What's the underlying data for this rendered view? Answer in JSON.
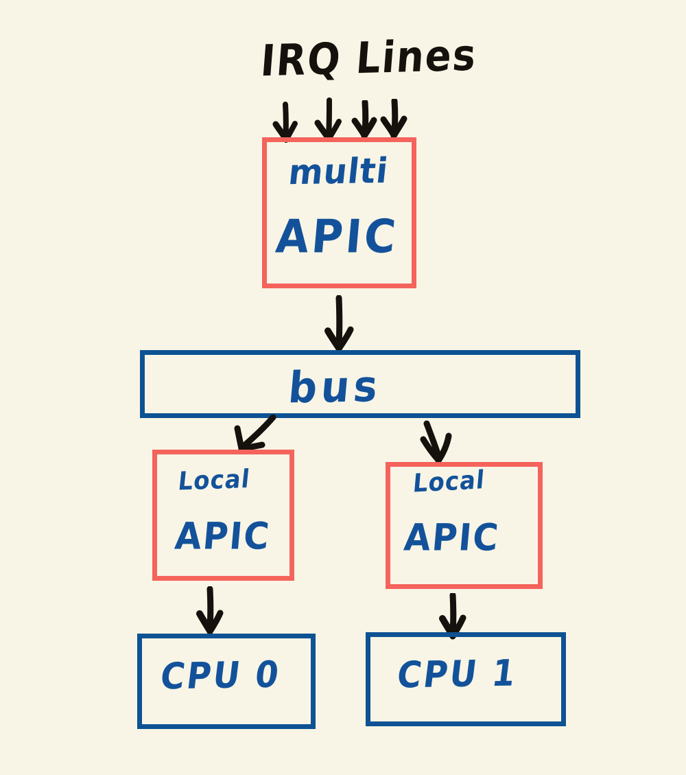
{
  "diagram": {
    "title": "IRQ Lines",
    "background_color": "#f8f5e6",
    "red_color": "#f4635c",
    "blue_color": "#0d5293",
    "ink_color": "#15110c",
    "nodes": {
      "multi_apic": {
        "line1": "multi",
        "line2": "APIC",
        "border": "red"
      },
      "bus": {
        "label": "bus",
        "border": "blue"
      },
      "local_apic_0": {
        "line1": "Local",
        "line2": "APIC",
        "border": "red"
      },
      "local_apic_1": {
        "line1": "Local",
        "line2": "APIC",
        "border": "red"
      },
      "cpu_0": {
        "label": "CPU 0",
        "border": "blue"
      },
      "cpu_1": {
        "label": "CPU 1",
        "border": "blue"
      }
    },
    "irq_arrow_count": 4,
    "edges": [
      {
        "from": "IRQ Lines",
        "to": "multi APIC",
        "style": "straight-down",
        "count": 4
      },
      {
        "from": "multi APIC",
        "to": "bus",
        "style": "straight-down"
      },
      {
        "from": "bus",
        "to": "Local APIC (left)",
        "style": "diagonal-down-left"
      },
      {
        "from": "bus",
        "to": "Local APIC (right)",
        "style": "curved-down"
      },
      {
        "from": "Local APIC (left)",
        "to": "CPU 0",
        "style": "straight-down"
      },
      {
        "from": "Local APIC (right)",
        "to": "CPU 1",
        "style": "straight-down"
      }
    ]
  }
}
